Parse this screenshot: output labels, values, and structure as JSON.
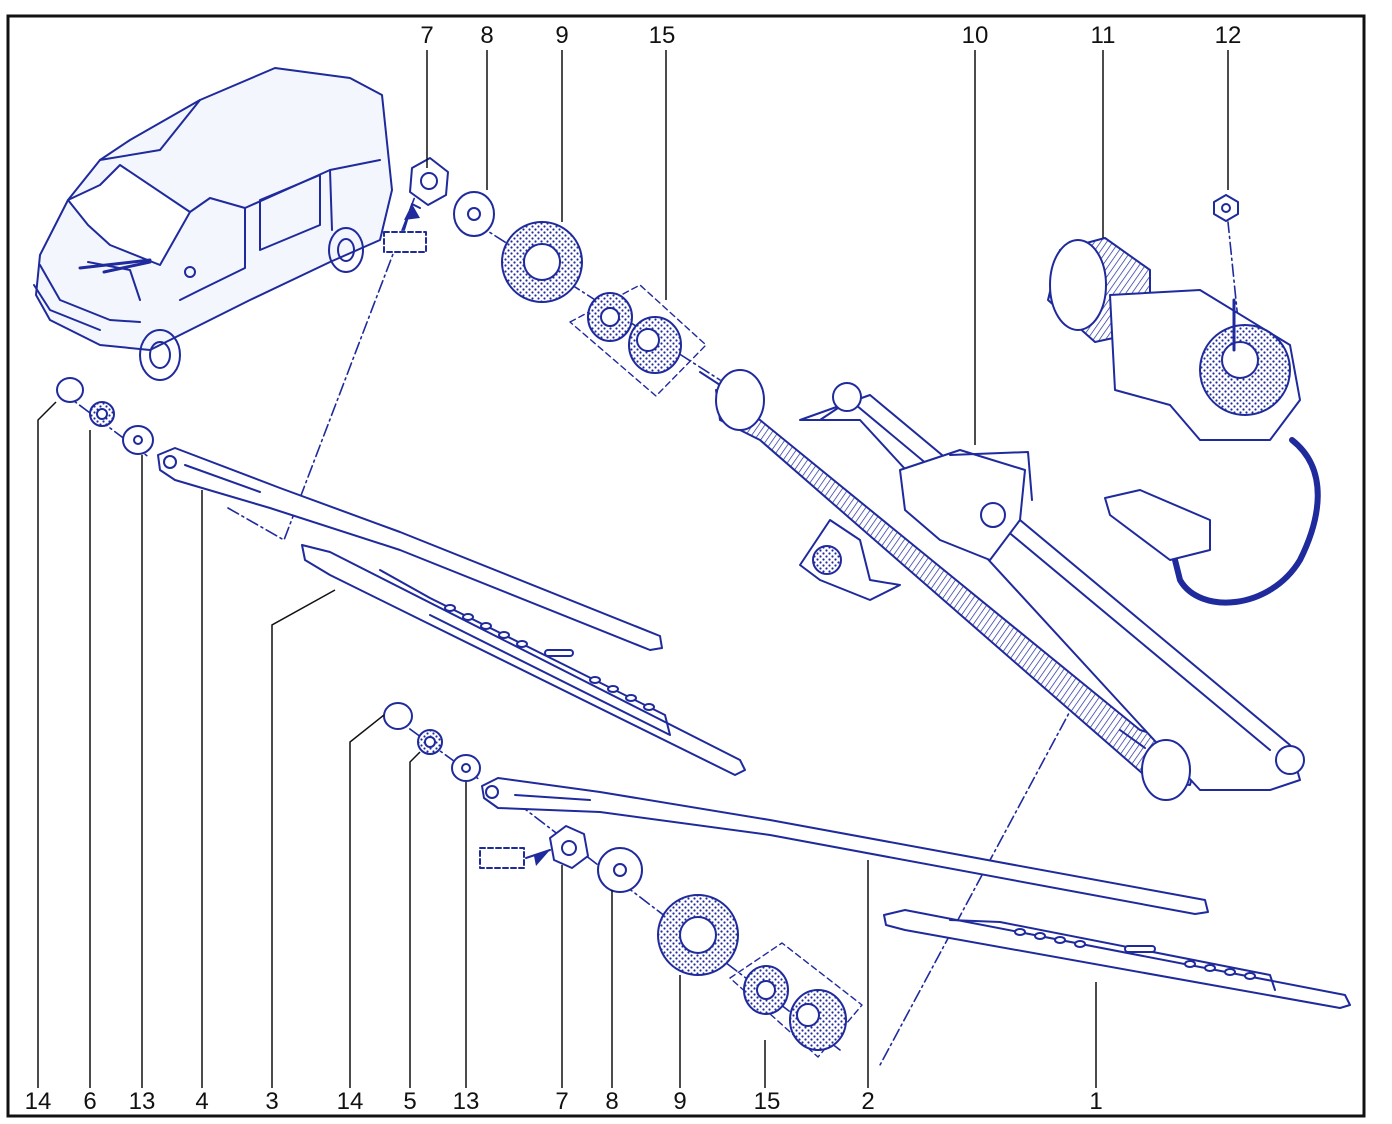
{
  "colors": {
    "ink": "#1a237e",
    "stroke": "#1f2a9c",
    "fill": "#e8ecfb",
    "labels": "#111111",
    "border": "#111111"
  },
  "callouts_top": [
    "7",
    "8",
    "9",
    "15",
    "10",
    "11",
    "12"
  ],
  "callouts_bottom": [
    "14",
    "6",
    "13",
    "4",
    "3",
    "14",
    "5",
    "13",
    "7",
    "8",
    "9",
    "15",
    "2",
    "1"
  ]
}
